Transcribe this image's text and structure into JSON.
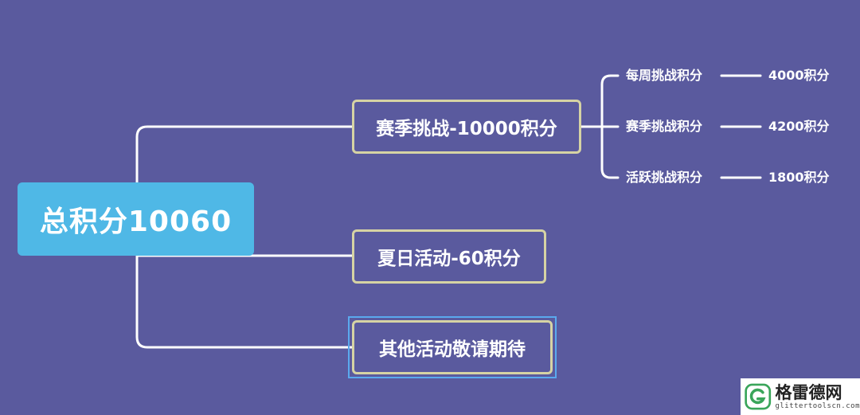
{
  "root": {
    "label": "总积分10060"
  },
  "branches": [
    {
      "label": "赛季挑战-10000积分",
      "children": [
        {
          "label": "每周挑战积分",
          "value": "4000积分"
        },
        {
          "label": "赛季挑战积分",
          "value": "4200积分"
        },
        {
          "label": "活跃挑战积分",
          "value": "1800积分"
        }
      ]
    },
    {
      "label": "夏日活动-60积分"
    },
    {
      "label": "其他活动敬请期待"
    }
  ],
  "watermark": {
    "title": "格雷德网",
    "url": "glittertoolscn.com"
  },
  "colors": {
    "background": "#5a5a9e",
    "root": "#4fb8e6",
    "branch_border": "#d6d3a4",
    "connector": "#ffffff",
    "selection": "#5aa9ee",
    "logo": "#3aa55a"
  }
}
